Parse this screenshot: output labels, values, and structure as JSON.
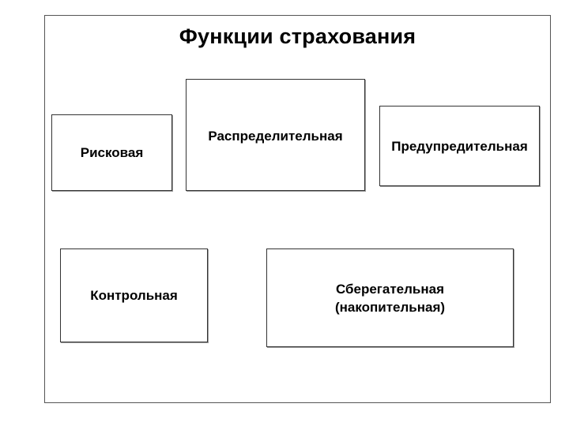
{
  "diagram": {
    "title": "Функции страхования",
    "functions": {
      "risk": "Рисковая",
      "distributive": "Распределительная",
      "preventive": "Предупредительная",
      "control": "Контрольная",
      "savings": "Сберегательная\n(накопительная)"
    }
  }
}
